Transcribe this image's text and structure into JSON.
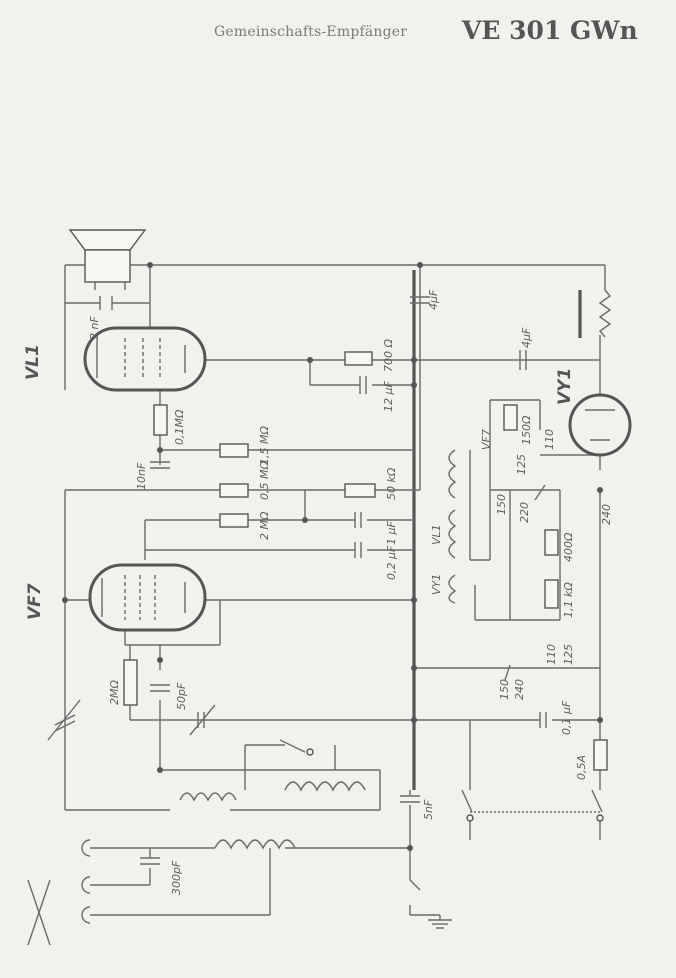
{
  "title": {
    "subtitle": "Gemeinschafts-Empfänger",
    "model": "VE 301 GWn"
  },
  "tubes": {
    "output": "VL1",
    "detector": "VF7",
    "rectifier": "VY1"
  },
  "labels": {
    "c_2nF": "2 nF",
    "c_4uF_top": "4µF",
    "c_4uF_right": "4µF",
    "r_700": "700 Ω",
    "c_12uF": "12 µF",
    "r_01M": "0,1MΩ",
    "c_10nF": "10nF",
    "r_15M": "1,5 MΩ",
    "r_05M": "0,5 MΩ",
    "r_50k": "50 kΩ",
    "r_2M": "2 MΩ",
    "c_1uF": "1 µF",
    "c_02uF": "0,2 µF",
    "r_150": "150Ω",
    "r_400": "400Ω",
    "r_11k": "1,1 kΩ",
    "r_2M_grid": "2MΩ",
    "c_50pF": "50pF",
    "c_01uF": "0,1 µF",
    "fuse": "0,5A",
    "c_5nF": "5nF",
    "c_300pF": "300pF",
    "heater_vf7": "VF7",
    "heater_vl1": "VL1",
    "heater_vy1": "VY1",
    "tap_110a": "110",
    "tap_125a": "125",
    "tap_150a": "150",
    "tap_220": "220",
    "tap_240a": "240",
    "tap_110b": "110",
    "tap_125b": "125",
    "tap_150b": "150",
    "tap_240b": "240"
  }
}
